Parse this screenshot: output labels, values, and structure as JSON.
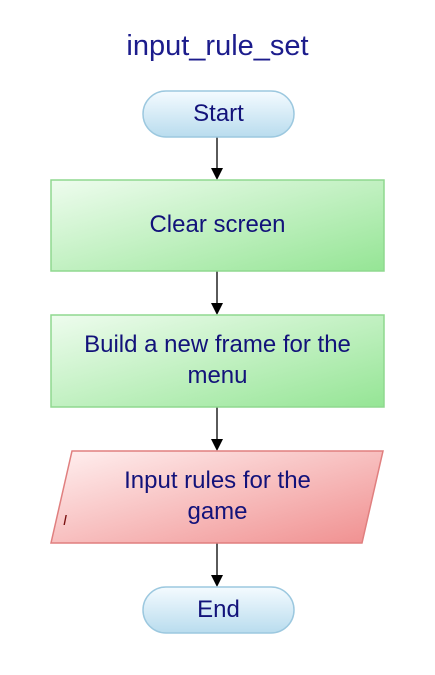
{
  "diagram": {
    "title": "input_rule_set",
    "nodes": {
      "start": {
        "label": "Start",
        "shape": "terminator"
      },
      "clear": {
        "label": "Clear screen",
        "shape": "process"
      },
      "build": {
        "label": "Build a new frame for the menu",
        "shape": "process"
      },
      "input": {
        "label": "Input rules for the game",
        "shape": "input-output",
        "marker": "I"
      },
      "end": {
        "label": "End",
        "shape": "terminator"
      }
    },
    "edges": [
      {
        "from": "start",
        "to": "clear"
      },
      {
        "from": "clear",
        "to": "build"
      },
      {
        "from": "build",
        "to": "input"
      },
      {
        "from": "input",
        "to": "end"
      }
    ],
    "colors": {
      "terminator": "#cde6f3",
      "process": "#bff0bf",
      "input_output": "#f6c2c2",
      "text": "#12127a",
      "arrow": "#000000"
    }
  }
}
